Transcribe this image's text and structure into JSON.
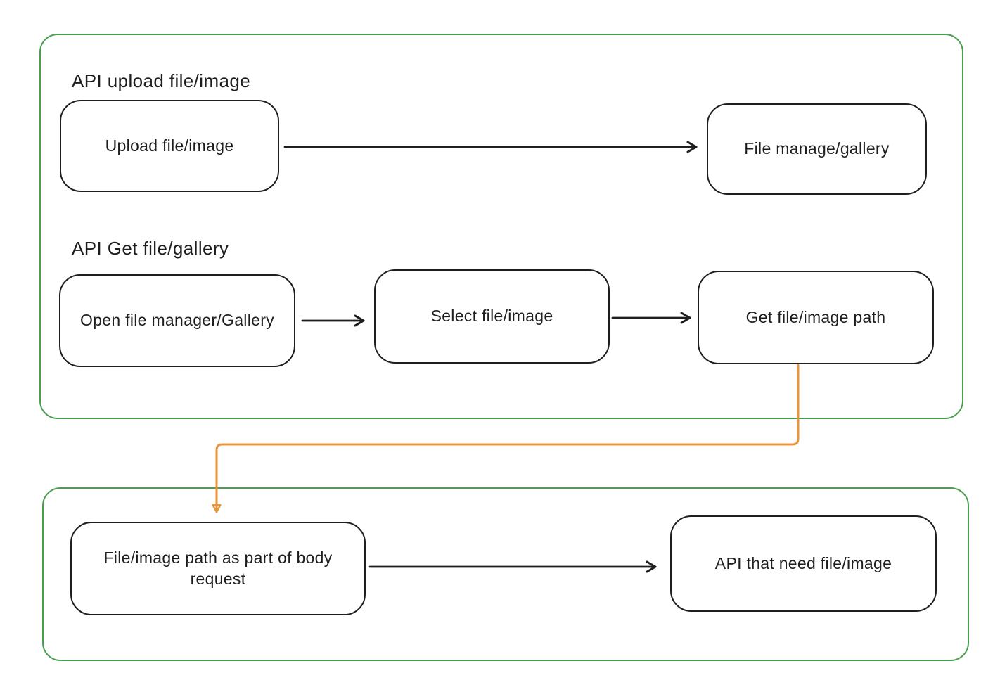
{
  "colors": {
    "ink": "#1e1e1e",
    "green": "#4a9e50",
    "orange": "#e8963e",
    "background": "#ffffff"
  },
  "sections": {
    "upload_flow": {
      "title": "API upload file/image"
    },
    "get_flow": {
      "title": "API Get file/gallery"
    }
  },
  "nodes": {
    "upload": {
      "label": "Upload file/image"
    },
    "gallery": {
      "label": "File manage/gallery"
    },
    "open_manager": {
      "label": "Open file manager/Gallery"
    },
    "select_file": {
      "label": "Select file/image"
    },
    "get_path": {
      "label": "Get file/image path"
    },
    "body_request": {
      "label": "File/image path as part of body request"
    },
    "api_need": {
      "label": "API that need file/image"
    }
  },
  "connectors": [
    {
      "id": "upload-to-gallery",
      "from": "upload",
      "to": "gallery",
      "color": "black"
    },
    {
      "id": "open-to-select",
      "from": "open_manager",
      "to": "select_file",
      "color": "black"
    },
    {
      "id": "select-to-getpath",
      "from": "select_file",
      "to": "get_path",
      "color": "black"
    },
    {
      "id": "getpath-to-bodyrequest",
      "from": "get_path",
      "to": "body_request",
      "color": "orange"
    },
    {
      "id": "bodyrequest-to-api",
      "from": "body_request",
      "to": "api_need",
      "color": "black"
    }
  ]
}
